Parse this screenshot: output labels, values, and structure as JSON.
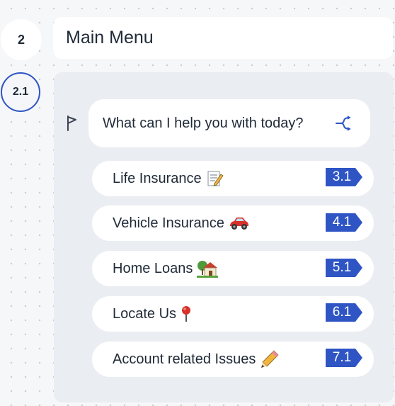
{
  "nodes": {
    "parent": "2",
    "current": "2.1"
  },
  "header": {
    "title": "Main Menu"
  },
  "question": {
    "text": "What can I help you with today?"
  },
  "options": [
    {
      "label": "Life Insurance",
      "icon": "memo-icon",
      "tag": "3.1"
    },
    {
      "label": "Vehicle Insurance",
      "icon": "car-icon",
      "tag": "4.1"
    },
    {
      "label": "Home Loans",
      "icon": "house-with-garden-icon",
      "tag": "5.1"
    },
    {
      "label": "Locate Us",
      "icon": "round-pushpin-icon",
      "tag": "6.1"
    },
    {
      "label": "Account related Issues",
      "icon": "pencil-icon",
      "tag": "7.1"
    }
  ],
  "colors": {
    "accent": "#2f55c4",
    "panel": "#eaedf2",
    "canvas": "#f6f7f9"
  }
}
